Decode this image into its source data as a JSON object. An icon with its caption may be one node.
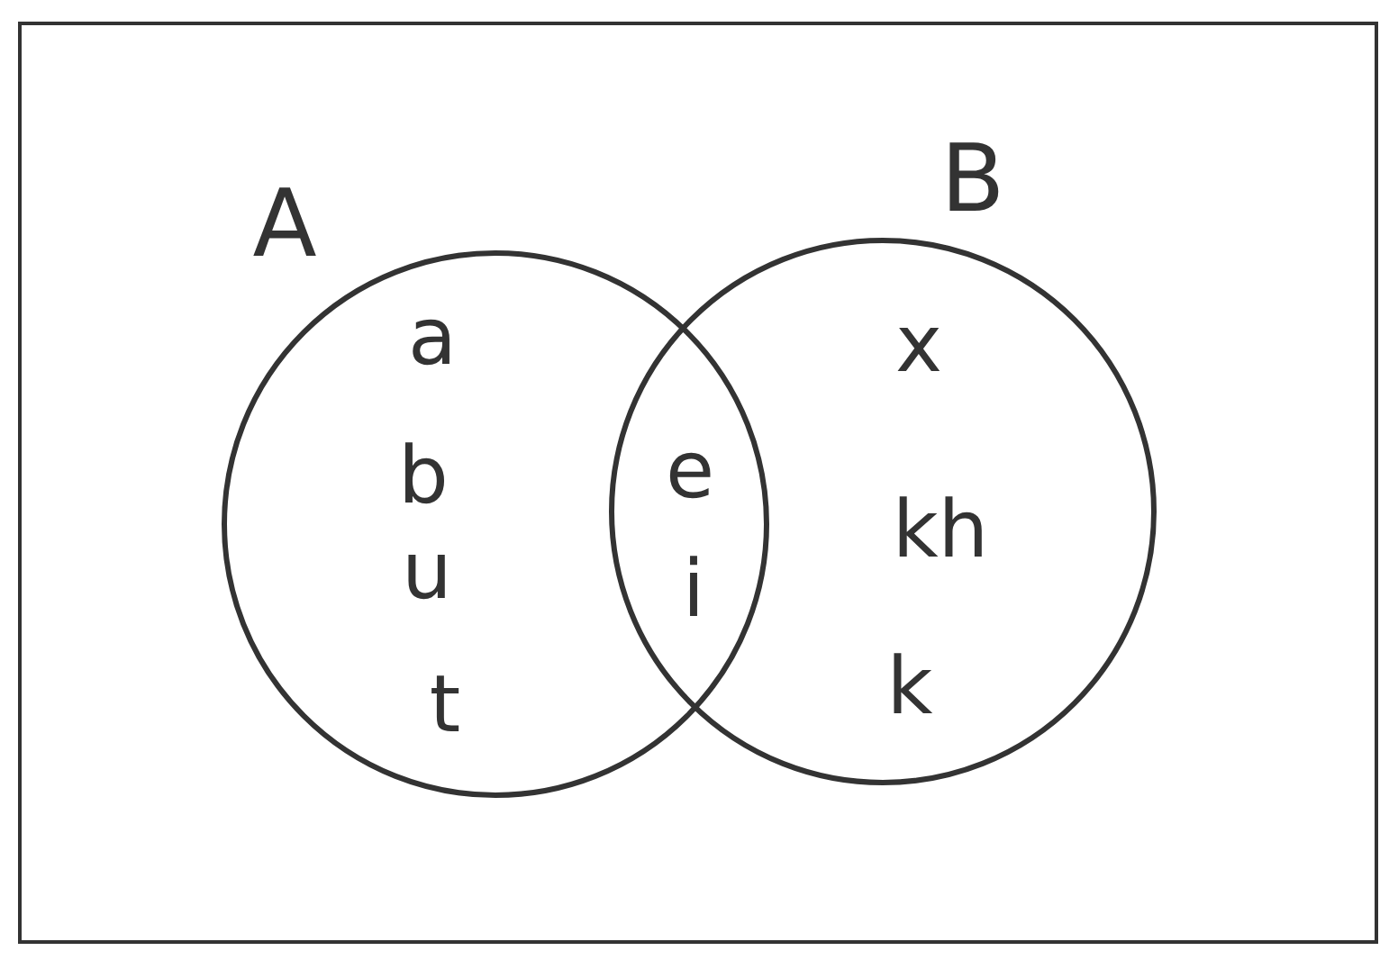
{
  "diagram": {
    "nodes": [
      {
        "text": [
          "A",
          "a",
          "b",
          "u",
          "t"
        ]
      },
      {
        "text": [
          "B",
          "x",
          "kh",
          "k"
        ]
      }
    ],
    "labels": [
      "e",
      "i"
    ]
  }
}
